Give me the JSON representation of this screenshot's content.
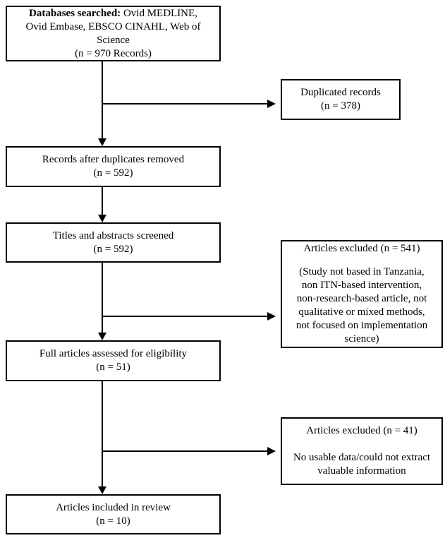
{
  "flowchart": {
    "boxes": {
      "databases": {
        "line1_bold": "Databases searched:",
        "line1_rest": " Ovid MEDLINE,",
        "line2": "Ovid Embase, EBSCO CINAHL, Web of",
        "line3": "Science",
        "line4": "(n = 970 Records)"
      },
      "duplicated": {
        "line1": "Duplicated records",
        "line2": "(n = 378)"
      },
      "after_duplicates": {
        "line1": "Records after duplicates removed",
        "line2": "(n = 592)"
      },
      "screened": {
        "line1": "Titles and abstracts screened",
        "line2": "(n = 592)"
      },
      "excluded_screening": {
        "title": "Articles excluded (n = 541)",
        "body_line1": "(Study not based in Tanzania,",
        "body_line2": "non ITN-based intervention,",
        "body_line3": "non-research-based article, not",
        "body_line4": "qualitative or mixed methods,",
        "body_line5": "not focused on implementation",
        "body_line6": "science)"
      },
      "eligibility": {
        "line1": "Full articles assessed for eligibility",
        "line2": "(n = 51)"
      },
      "excluded_fulltext": {
        "title": "Articles excluded (n = 41)",
        "body_line1": "No usable data/could not extract",
        "body_line2": "valuable information"
      },
      "included": {
        "line1": "Articles included in review",
        "line2": "(n = 10)"
      }
    },
    "colors": {
      "line": "#000000",
      "box_border": "#000000",
      "background": "#ffffff"
    }
  }
}
